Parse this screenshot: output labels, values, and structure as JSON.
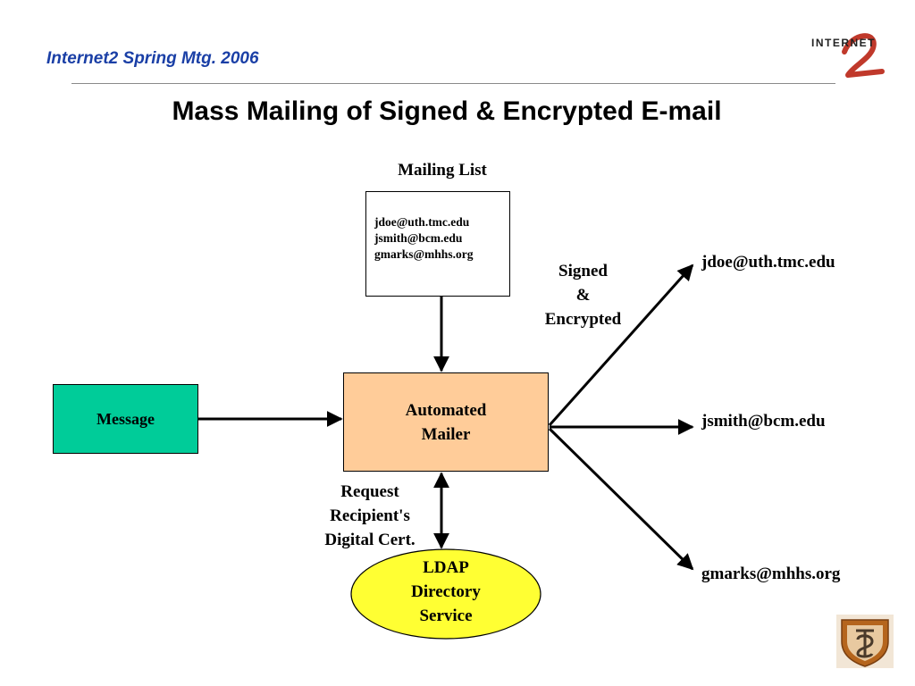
{
  "header": {
    "title": "Internet2 Spring Mtg. 2006",
    "logo_text": "INTERNET"
  },
  "slide_title": "Mass Mailing of Signed & Encrypted E-mail",
  "diagram": {
    "mailing_list": {
      "title": "Mailing List",
      "entries": [
        "jdoe@uth.tmc.edu",
        "jsmith@bcm.edu",
        "gmarks@mhhs.org"
      ]
    },
    "message_label": "Message",
    "mailer": {
      "line1": "Automated",
      "line2": "Mailer"
    },
    "signed_label": {
      "line1": "Signed",
      "line2": "&",
      "line3": "Encrypted"
    },
    "request_label": {
      "line1": "Request",
      "line2": "Recipient's",
      "line3": "Digital Cert."
    },
    "ldap": {
      "line1": "LDAP",
      "line2": "Directory",
      "line3": "Service"
    },
    "recipients": [
      "jdoe@uth.tmc.edu",
      "jsmith@bcm.edu",
      "gmarks@mhhs.org"
    ]
  },
  "colors": {
    "header_text": "#1a3fa6",
    "message_fill": "#00cc99",
    "mailer_fill": "#ffcc99",
    "ldap_fill": "#ffff33",
    "logo_accent": "#c0392b",
    "ut_logo": "#b5651d"
  }
}
